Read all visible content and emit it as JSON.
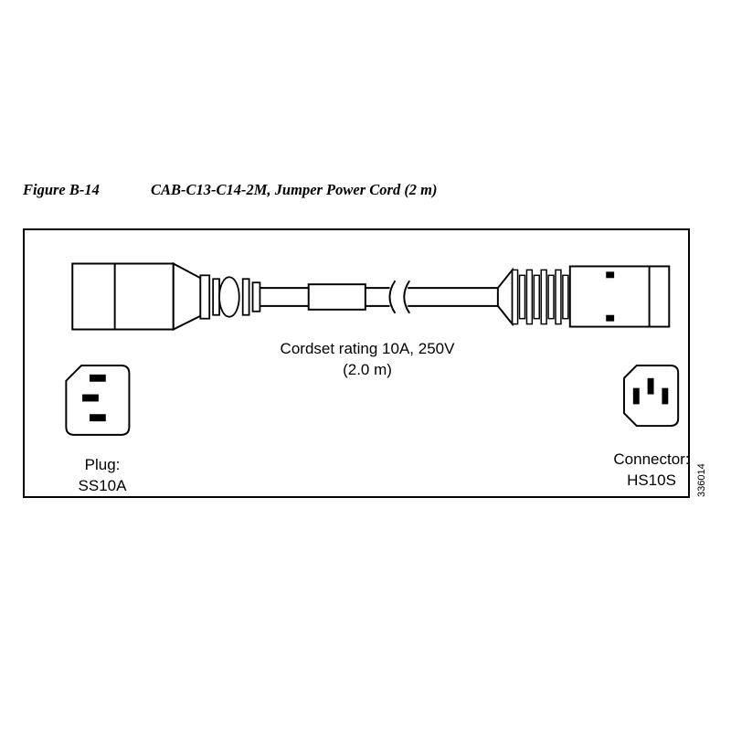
{
  "figure": {
    "label": "Figure B-14",
    "title": "CAB-C13-C14-2M, Jumper Power Cord (2 m)",
    "part_number": "336014"
  },
  "diagram": {
    "cordset_rating": {
      "line1": "Cordset rating 10A, 250V",
      "line2": "(2.0 m)"
    },
    "plug": {
      "line1": "Plug:",
      "line2": "SS10A"
    },
    "connector": {
      "line1": "Connector:",
      "line2": "HS10S"
    }
  },
  "colors": {
    "ink": "#000000",
    "background": "#ffffff"
  }
}
